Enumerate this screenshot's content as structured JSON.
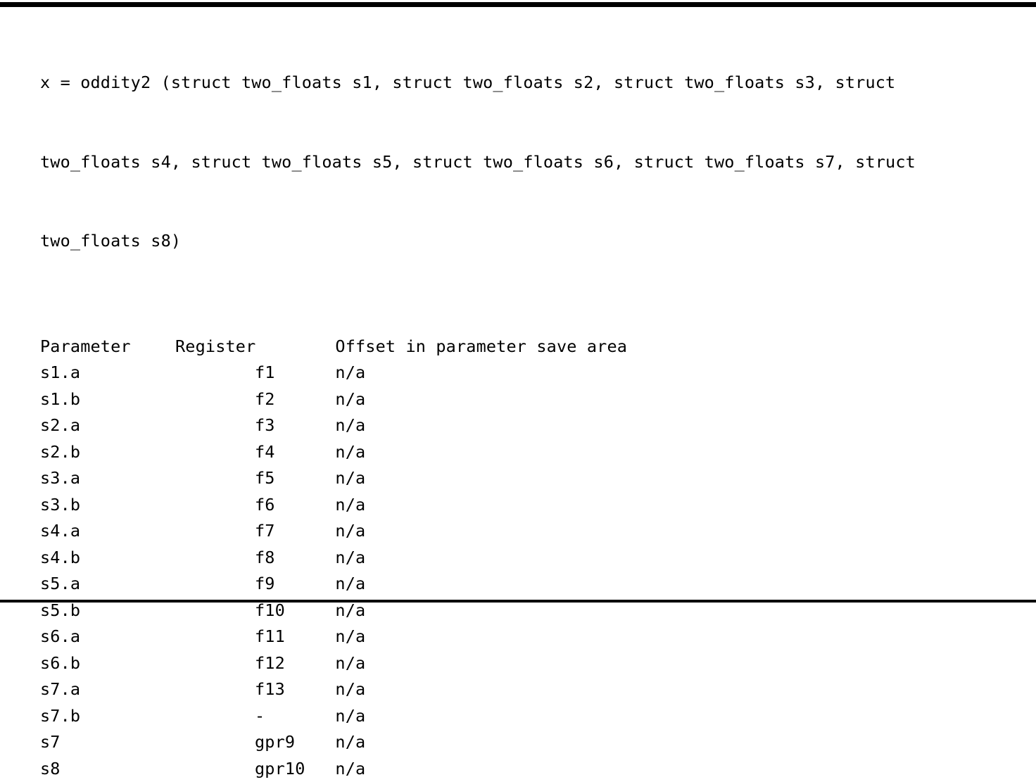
{
  "document": {
    "rules": {
      "top_color": "#000000",
      "bottom_color": "#000000"
    },
    "signature": {
      "line1": "x = oddity2 (struct two_floats s1, struct two_floats s2, struct two_floats s3, struct",
      "line2": "two_floats s4, struct two_floats s5, struct two_floats s6, struct two_floats s7, struct",
      "line3": "two_floats s8)"
    },
    "table": {
      "headers": {
        "parameter": "Parameter",
        "register": "Register",
        "offset": "Offset in parameter save area"
      },
      "rows": [
        {
          "parameter": "s1.a",
          "register": "f1",
          "offset": "n/a"
        },
        {
          "parameter": "s1.b",
          "register": "f2",
          "offset": "n/a"
        },
        {
          "parameter": "s2.a",
          "register": "f3",
          "offset": "n/a"
        },
        {
          "parameter": "s2.b",
          "register": "f4",
          "offset": "n/a"
        },
        {
          "parameter": "s3.a",
          "register": "f5",
          "offset": "n/a"
        },
        {
          "parameter": "s3.b",
          "register": "f6",
          "offset": "n/a"
        },
        {
          "parameter": "s4.a",
          "register": "f7",
          "offset": "n/a"
        },
        {
          "parameter": "s4.b",
          "register": "f8",
          "offset": "n/a"
        },
        {
          "parameter": "s5.a",
          "register": "f9",
          "offset": "n/a"
        },
        {
          "parameter": "s5.b",
          "register": "f10",
          "offset": "n/a"
        },
        {
          "parameter": "s6.a",
          "register": "f11",
          "offset": "n/a"
        },
        {
          "parameter": "s6.b",
          "register": "f12",
          "offset": "n/a"
        },
        {
          "parameter": "s7.a",
          "register": "f13",
          "offset": "n/a"
        },
        {
          "parameter": "s7.b",
          "register": "-",
          "offset": "n/a"
        },
        {
          "parameter": "s7",
          "register": "gpr9",
          "offset": "n/a"
        },
        {
          "parameter": "s8",
          "register": "gpr10",
          "offset": "n/a"
        }
      ]
    }
  }
}
